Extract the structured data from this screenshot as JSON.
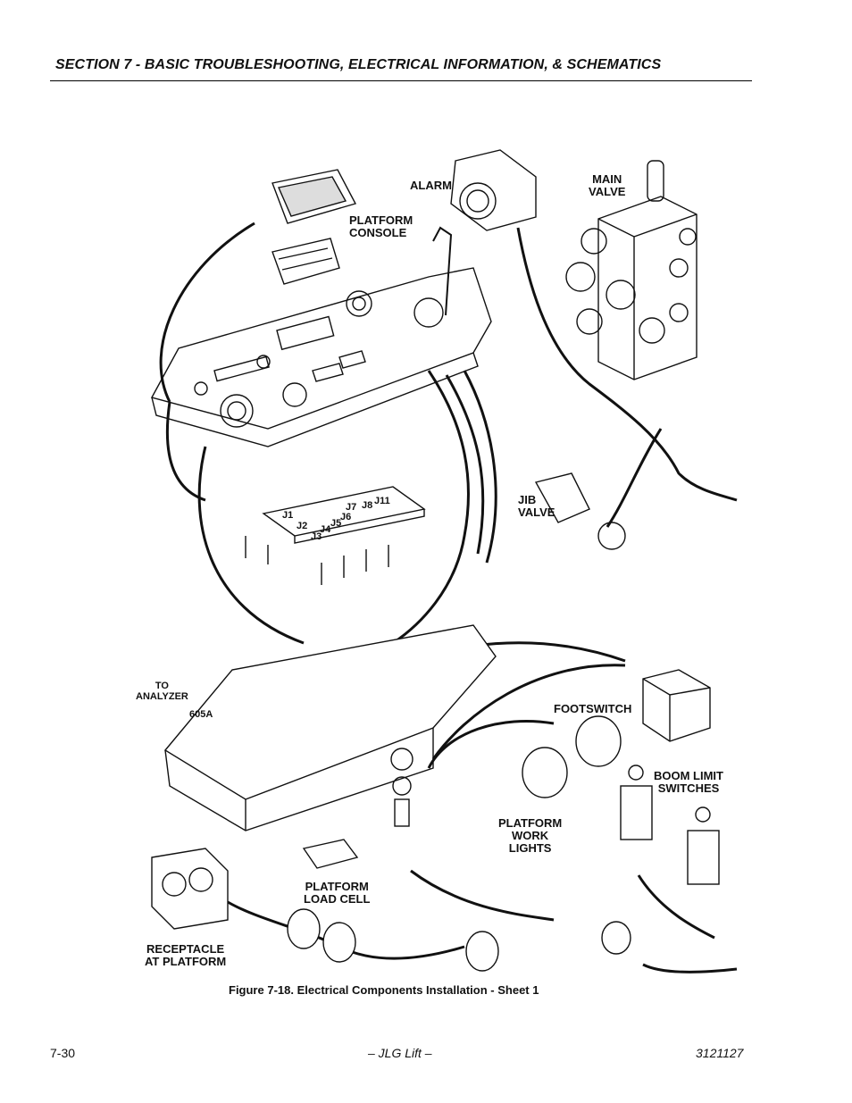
{
  "header": {
    "section_title": "SECTION 7 - BASIC TROUBLESHOOTING, ELECTRICAL INFORMATION, & SCHEMATICS"
  },
  "diagram": {
    "labels": {
      "alarm": "ALARM",
      "main_valve_1": "MAIN",
      "main_valve_2": "VALVE",
      "platform_console_1": "PLATFORM",
      "platform_console_2": "CONSOLE",
      "jib_valve_1": "JIB",
      "jib_valve_2": "VALVE",
      "to_analyzer_1": "TO",
      "to_analyzer_2": "ANALYZER",
      "wire_605a": "605A",
      "footswitch": "FOOTSWITCH",
      "boom_limit_1": "BOOM LIMIT",
      "boom_limit_2": "SWITCHES",
      "work_lights_1": "PLATFORM",
      "work_lights_2": "WORK",
      "work_lights_3": "LIGHTS",
      "load_cell_1": "PLATFORM",
      "load_cell_2": "LOAD CELL",
      "receptacle_1": "RECEPTACLE",
      "receptacle_2": "AT PLATFORM"
    },
    "connectors": [
      "J1",
      "J2",
      "J3",
      "J4",
      "J5",
      "J6",
      "J7",
      "J8",
      "J11"
    ]
  },
  "caption": "Figure 7-18.  Electrical Components Installation - Sheet 1",
  "footer": {
    "page_number": "7-30",
    "center": "– JLG Lift –",
    "doc_number": "3121127"
  }
}
